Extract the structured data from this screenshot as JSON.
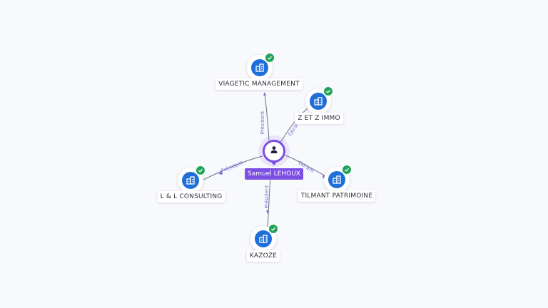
{
  "person": {
    "name": "Samuel LEHOUX",
    "icon": "person-icon"
  },
  "companies": [
    {
      "id": "viagetic",
      "name": "VIAGETIC MANAGEMENT",
      "relation": "Président",
      "verified": true,
      "icon": "building-icon"
    },
    {
      "id": "zetz",
      "name": "Z ET Z IMMO",
      "relation": "Gérant",
      "verified": true,
      "icon": "building-icon"
    },
    {
      "id": "tilmant",
      "name": "TILMANT PATRIMOINE",
      "relation": "Gérant",
      "verified": true,
      "icon": "building-icon"
    },
    {
      "id": "kazoze",
      "name": "KAZOZE",
      "relation": "Président",
      "verified": true,
      "icon": "building-icon"
    },
    {
      "id": "llc",
      "name": "L & L CONSULTING",
      "relation": "Président",
      "verified": true,
      "icon": "building-icon"
    }
  ],
  "colors": {
    "accent": "#7c4ee4",
    "company_icon_bg": "#1f6fd8",
    "verified": "#22a35a",
    "edge": "#6b6f85",
    "edge_label": "#7c6fd8",
    "background": "#f8f9fc"
  }
}
